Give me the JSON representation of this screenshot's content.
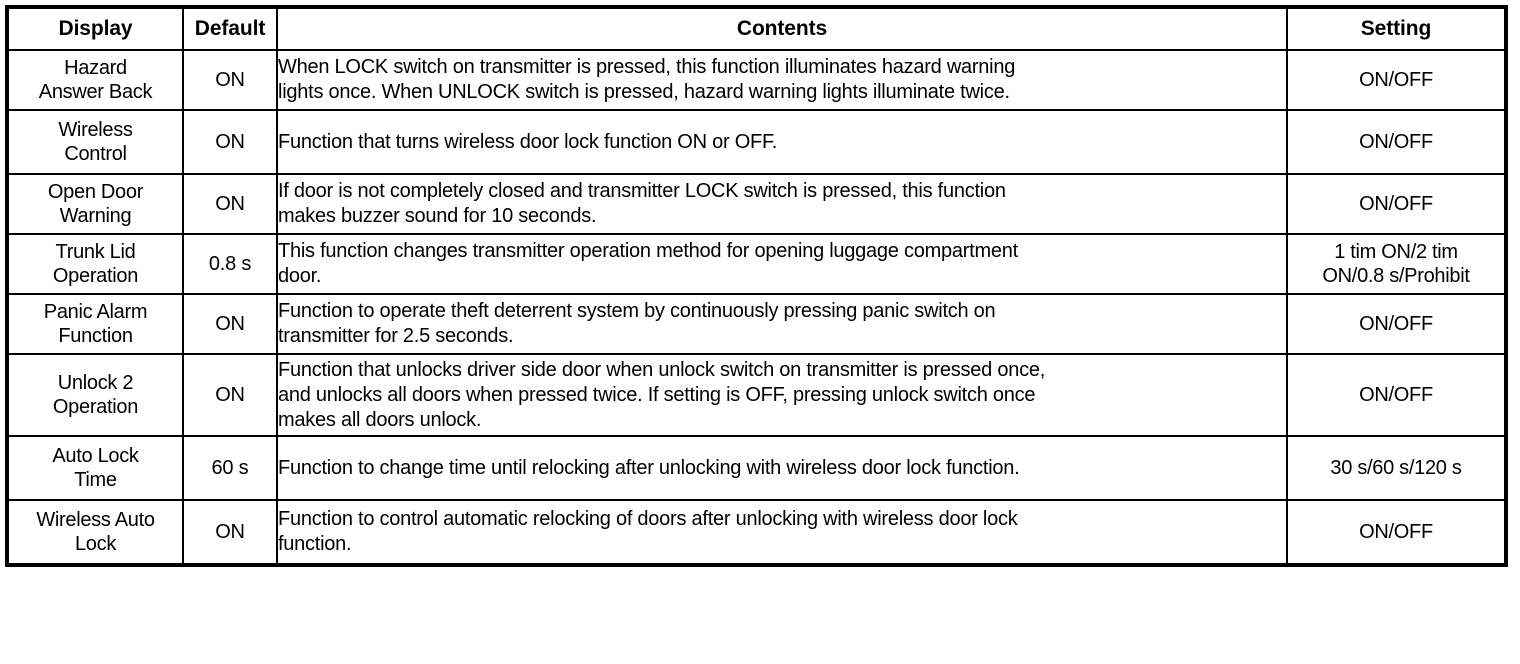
{
  "table": {
    "columns": [
      {
        "key": "display",
        "label": "Display"
      },
      {
        "key": "default",
        "label": "Default"
      },
      {
        "key": "contents",
        "label": "Contents"
      },
      {
        "key": "setting",
        "label": "Setting"
      }
    ],
    "rows": [
      {
        "display_line1": "Hazard",
        "display_line2": "Answer Back",
        "default": "ON",
        "contents_line1": "When LOCK switch on transmitter is pressed, this function illuminates hazard warning",
        "contents_line2": "lights once. When UNLOCK switch is pressed, hazard warning lights illuminate twice.",
        "setting_line1": "ON/OFF",
        "setting_line2": ""
      },
      {
        "display_line1": "Wireless",
        "display_line2": "Control",
        "default": "ON",
        "contents_line1": "Function that turns wireless door lock function ON or OFF.",
        "contents_line2": "",
        "setting_line1": "ON/OFF",
        "setting_line2": ""
      },
      {
        "display_line1": "Open Door",
        "display_line2": "Warning",
        "default": "ON",
        "contents_line1": "If door is not completely closed and transmitter LOCK switch is pressed, this function",
        "contents_line2": "makes buzzer sound for 10 seconds.",
        "setting_line1": "ON/OFF",
        "setting_line2": ""
      },
      {
        "display_line1": "Trunk Lid",
        "display_line2": "Operation",
        "default": "0.8 s",
        "contents_line1": "This function changes transmitter operation method for opening luggage compartment",
        "contents_line2": "door.",
        "setting_line1": "1 tim ON/2 tim",
        "setting_line2": "ON/0.8 s/Prohibit"
      },
      {
        "display_line1": "Panic Alarm",
        "display_line2": "Function",
        "default": "ON",
        "contents_line1": "Function to operate theft deterrent system by continuously pressing panic switch on",
        "contents_line2": "transmitter for 2.5 seconds.",
        "setting_line1": "ON/OFF",
        "setting_line2": ""
      },
      {
        "display_line1": "Unlock 2",
        "display_line2": "Operation",
        "default": "ON",
        "contents_line1": "Function that unlocks driver side door when unlock switch on transmitter is pressed once,",
        "contents_line2": "and unlocks all doors when pressed twice. If setting is OFF, pressing unlock switch once",
        "contents_line3": "makes all doors unlock.",
        "setting_line1": "ON/OFF",
        "setting_line2": ""
      },
      {
        "display_line1": "Auto Lock",
        "display_line2": "Time",
        "default": "60 s",
        "contents_line1": "Function to change time until relocking after unlocking with wireless door lock function.",
        "contents_line2": "",
        "setting_line1": "30 s/60 s/120 s",
        "setting_line2": ""
      },
      {
        "display_line1": "Wireless Auto",
        "display_line2": "Lock",
        "default": "ON",
        "contents_line1": "Function to control automatic relocking of doors after unlocking with wireless door lock",
        "contents_line2": "function.",
        "setting_line1": "ON/OFF",
        "setting_line2": ""
      }
    ]
  },
  "colors": {
    "border": "#000000",
    "text": "#000000",
    "background": "#ffffff"
  }
}
